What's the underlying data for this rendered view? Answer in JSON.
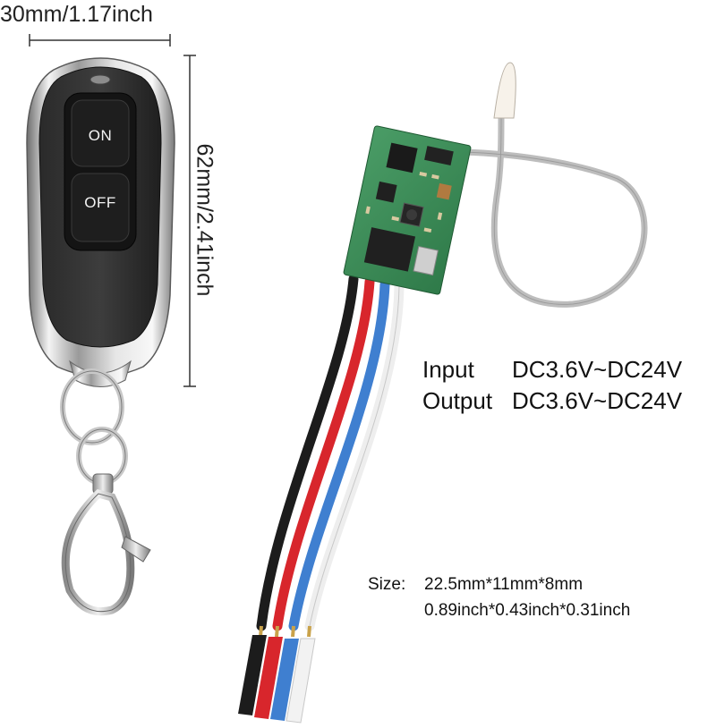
{
  "dimensions": {
    "width": "30mm/1.17inch",
    "height": "62mm/2.41inch"
  },
  "remote": {
    "on_label": "ON",
    "off_label": "OFF"
  },
  "specs": {
    "input_label": "Input",
    "input_value": "DC3.6V~DC24V",
    "output_label": "Output",
    "output_value": "DC3.6V~DC24V"
  },
  "size": {
    "label": "Size:",
    "mm": "22.5mm*11mm*8mm",
    "inch": "0.89inch*0.43inch*0.31inch"
  },
  "colors": {
    "wire_black": "#1c1c1c",
    "wire_red": "#d8262c",
    "wire_blue": "#3f7fd0",
    "wire_white": "#f2f2f2",
    "pcb_green": "#3f8f5a",
    "antenna_gray": "#b9b9b9"
  }
}
